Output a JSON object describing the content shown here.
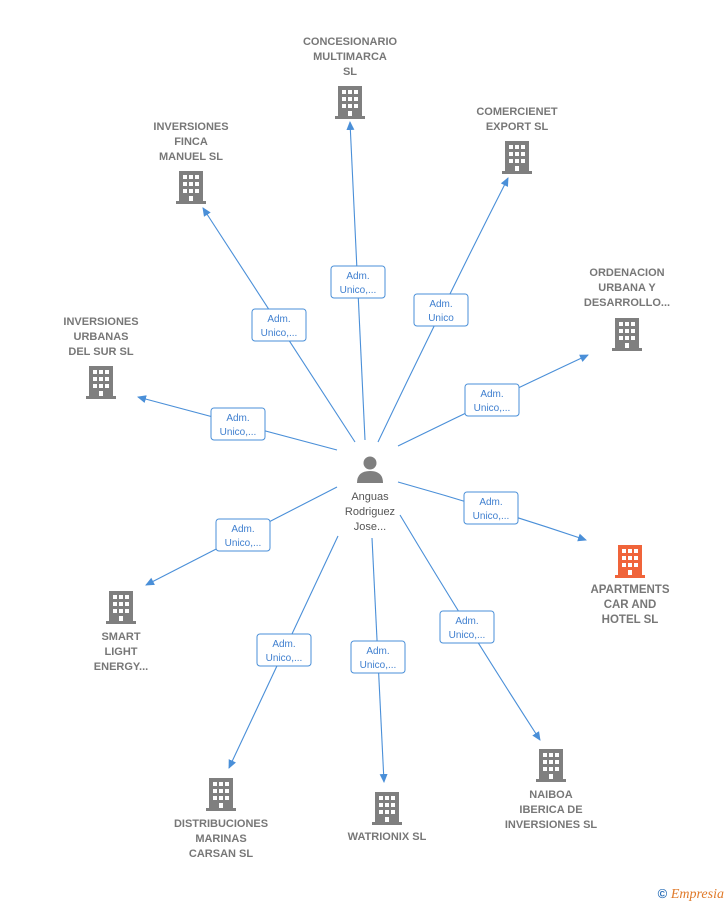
{
  "center": {
    "icon": "person-icon",
    "label": [
      "Anguas",
      "Rodriguez",
      "Jose..."
    ]
  },
  "colors": {
    "company": "#7f7f7f",
    "highlight": "#f0643a",
    "person": "#7f7f7f",
    "edge": "#4a8fd8"
  },
  "companies": [
    {
      "id": "concesionario",
      "label": [
        "CONCESIONARIO",
        "MULTIMARCA",
        "SL"
      ],
      "edge": [
        "Adm.",
        "Unico,..."
      ],
      "highlight": false
    },
    {
      "id": "comercienet",
      "label": [
        "COMERCIENET",
        "EXPORT  SL"
      ],
      "edge": [
        "Adm.",
        "Unico"
      ],
      "highlight": false
    },
    {
      "id": "inversiones-finca",
      "label": [
        "INVERSIONES",
        "FINCA",
        "MANUEL  SL"
      ],
      "edge": [
        "Adm.",
        "Unico,..."
      ],
      "highlight": false
    },
    {
      "id": "ordenacion",
      "label": [
        "ORDENACION",
        "URBANA Y",
        "DESARROLLO..."
      ],
      "edge": [
        "Adm.",
        "Unico,..."
      ],
      "highlight": false
    },
    {
      "id": "inversiones-urbanas",
      "label": [
        "INVERSIONES",
        "URBANAS",
        "DEL SUR  SL"
      ],
      "edge": [
        "Adm.",
        "Unico,..."
      ],
      "highlight": false
    },
    {
      "id": "apartments",
      "label": [
        "APARTMENTS",
        "CAR AND",
        "HOTEL  SL"
      ],
      "edge": [
        "Adm.",
        "Unico,..."
      ],
      "highlight": true
    },
    {
      "id": "smart-light",
      "label": [
        "SMART",
        "LIGHT",
        "ENERGY..."
      ],
      "edge": [
        "Adm.",
        "Unico,..."
      ],
      "highlight": false
    },
    {
      "id": "distribuciones",
      "label": [
        "DISTRIBUCIONES",
        "MARINAS",
        "CARSAN  SL"
      ],
      "edge": [
        "Adm.",
        "Unico,..."
      ],
      "highlight": false
    },
    {
      "id": "watrionix",
      "label": [
        "WATRIONIX SL"
      ],
      "edge": [
        "Adm.",
        "Unico,..."
      ],
      "highlight": false
    },
    {
      "id": "naiboa",
      "label": [
        "NAIBOA",
        "IBERICA DE",
        "INVERSIONES SL"
      ],
      "edge": [
        "Adm.",
        "Unico,..."
      ],
      "highlight": false
    }
  ],
  "footer": {
    "copyright": "©",
    "brand": "Empresia"
  }
}
